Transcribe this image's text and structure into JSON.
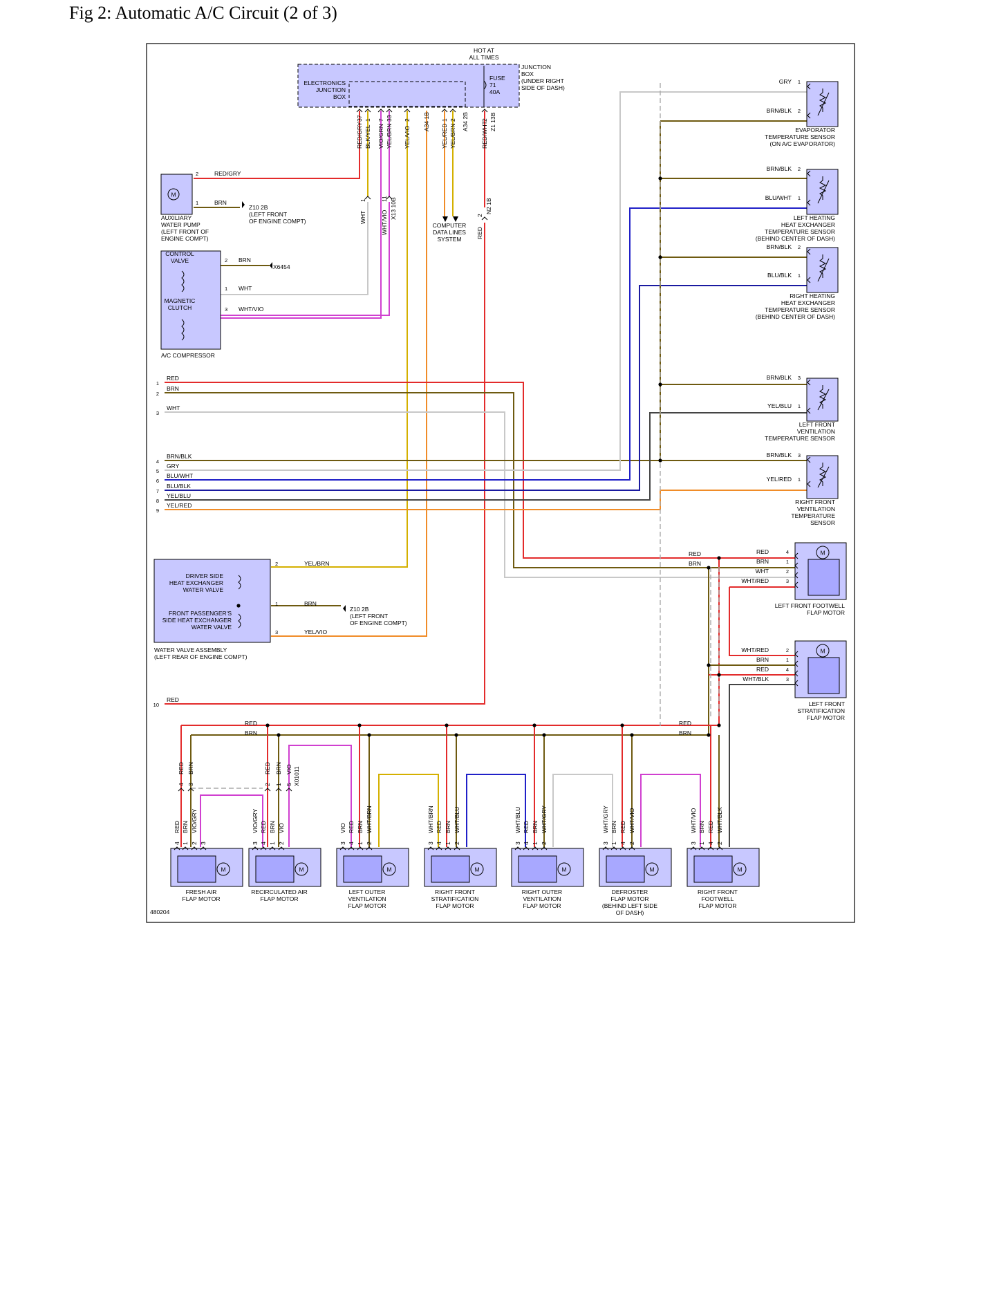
{
  "page": {
    "title": "Fig 2: Automatic A/C Circuit (2 of 3)",
    "figure_id": "480204"
  },
  "colors": {
    "RED": "#e32b2b",
    "BRN": "#6e5a10",
    "GRY": "#c8c8c8",
    "WHT": "#c8c8c8",
    "YEL": "#d4b000",
    "ORG": "#f08c28",
    "BLU": "#2020c8",
    "DBLU": "#1a1aa0",
    "VIO": "#d040d0",
    "BLK": "#000000",
    "DARK": "#444444"
  },
  "components": {
    "junction": {
      "hot": "HOT AT\nALL TIMES",
      "ejb": "ELECTRONICS\nJUNCTION\nBOX",
      "fuse": "FUSE\n71\n40A",
      "jbox": "JUNCTION\nBOX\n(UNDER RIGHT\nSIDE OF DASH)"
    },
    "jb_pins": [
      {
        "n": "37",
        "c": "RED/GRY"
      },
      {
        "n": "1",
        "c": "BLK/YEL"
      },
      {
        "n": "7",
        "c": "VIO/GRN"
      },
      {
        "n": "33",
        "c": "YEL/BRN"
      },
      {
        "n": "2",
        "c": "YEL/VIO"
      },
      {
        "n": "A34 1B",
        "c": ""
      },
      {
        "n": "1",
        "c": "YEL/RED"
      },
      {
        "n": "2",
        "c": "YEL/BRN"
      },
      {
        "n": "A34 2B",
        "c": ""
      },
      {
        "n": "2",
        "c": "RED/WHT"
      },
      {
        "n": "Z1 13B",
        "c": ""
      }
    ],
    "aux_pump": {
      "label": "AUXILIARY\nWATER PUMP\n(LEFT FRONT OF\nENGINE COMPT)",
      "p2": "2",
      "w2": "RED/GRY",
      "p1": "1",
      "w1": "BRN",
      "gnd": "Z10 2B\n(LEFT FRONT\nOF ENGINE COMPT)",
      "motor": "M"
    },
    "mid_conn": {
      "p1": "1",
      "wht": "WHT",
      "p11": "11",
      "whtvio": "WHT/VIO",
      "x13": "X13 10B",
      "p2": "2",
      "red": "RED",
      "n2": "N2 1B"
    },
    "computer": "COMPUTER\nDATA LINES\nSYSTEM",
    "compressor": {
      "label": "A/C COMPRESSOR",
      "cv": "CONTROL\nVALVE",
      "mc": "MAGNETIC\nCLUTCH",
      "p2": "2",
      "w2": "BRN",
      "gnd": "X6454",
      "p1": "1",
      "w1": "WHT",
      "p3": "3",
      "w3": "WHT/VIO"
    },
    "left_conn": [
      {
        "n": "1",
        "c": "RED"
      },
      {
        "n": "2",
        "c": "BRN"
      },
      {
        "n": "3",
        "c": "WHT"
      },
      {
        "n": "4",
        "c": "BRN/BLK"
      },
      {
        "n": "5",
        "c": "GRY"
      },
      {
        "n": "6",
        "c": "BLU/WHT"
      },
      {
        "n": "7",
        "c": "BLU/BLK"
      },
      {
        "n": "8",
        "c": "YEL/BLU"
      },
      {
        "n": "9",
        "c": "YEL/RED"
      },
      {
        "n": "10",
        "c": "RED"
      }
    ],
    "water_valve": {
      "label": "WATER VALVE ASSEMBLY\n(LEFT REAR OF ENGINE COMPT)",
      "dr": "DRIVER SIDE\nHEAT EXCHANGER\nWATER VALVE",
      "fp": "FRONT PASSENGER'S\nSIDE HEAT EXCHANGER\nWATER VALVE",
      "p2": "2",
      "w2": "YEL/BRN",
      "p1": "1",
      "w1": "BRN",
      "gnd": "Z10 2B\n(LEFT FRONT\nOF ENGINE COMPT)",
      "p3": "3",
      "w3": "YEL/VIO"
    },
    "sensors": [
      {
        "label": "EVAPORATOR\nTEMPERATURE SENSOR\n(ON A/C EVAPORATOR)",
        "pa": "1",
        "wa": "GRY",
        "pb": "2",
        "wb": "BRN/BLK"
      },
      {
        "label": "LEFT HEATING\nHEAT EXCHANGER\nTEMPERATURE SENSOR\n(BEHIND CENTER OF DASH)",
        "pa": "2",
        "wa": "BRN/BLK",
        "pb": "1",
        "wb": "BLU/WHT"
      },
      {
        "label": "RIGHT HEATING\nHEAT EXCHANGER\nTEMPERATURE SENSOR\n(BEHIND CENTER OF DASH)",
        "pa": "2",
        "wa": "BRN/BLK",
        "pb": "1",
        "wb": "BLU/BLK"
      },
      {
        "label": "LEFT FRONT\nVENTILATION\nTEMPERATURE SENSOR",
        "pa": "3",
        "wa": "BRN/BLK",
        "pb": "1",
        "wb": "YEL/BLU"
      },
      {
        "label": "RIGHT FRONT\nVENTILATION\nTEMPERATURE\nSENSOR",
        "pa": "3",
        "wa": "BRN/BLK",
        "pb": "1",
        "wb": "YEL/RED"
      }
    ],
    "right_motors": [
      {
        "label": "LEFT FRONT FOOTWELL\nFLAP MOTOR",
        "pins": [
          {
            "n": "4",
            "c": "RED"
          },
          {
            "n": "1",
            "c": "BRN"
          },
          {
            "n": "2",
            "c": "WHT"
          },
          {
            "n": "3",
            "c": "WHT/RED"
          }
        ],
        "left": [
          "RED",
          "BRN"
        ]
      },
      {
        "label": "LEFT FRONT\nSTRATIFICATION\nFLAP MOTOR",
        "pins": [
          {
            "n": "2",
            "c": "WHT/RED"
          },
          {
            "n": "1",
            "c": "BRN"
          },
          {
            "n": "4",
            "c": "RED"
          },
          {
            "n": "3",
            "c": "WHT/BLK"
          }
        ]
      }
    ],
    "bus": {
      "red": "RED",
      "brn": "BRN",
      "red_r": "RED",
      "brn_r": "BRN"
    },
    "upper_conn": [
      {
        "pins": [
          {
            "n": "4",
            "c": "RED"
          },
          {
            "n": "3",
            "c": "BRN"
          }
        ]
      },
      {
        "pins": [
          {
            "n": "2",
            "c": "RED"
          },
          {
            "n": "1",
            "c": "BRN"
          },
          {
            "n": "5",
            "c": "VIO"
          }
        ],
        "tag": "X01011"
      }
    ],
    "bottom_motors": [
      {
        "label": "FRESH AIR\nFLAP MOTOR",
        "pins": [
          {
            "n": "4",
            "c": "RED"
          },
          {
            "n": "1",
            "c": "BRN"
          },
          {
            "n": "2",
            "c": "VIO/GRY"
          },
          {
            "n": "3",
            "c": ""
          }
        ]
      },
      {
        "label": "RECIRCULATED AIR\nFLAP MOTOR",
        "pins": [
          {
            "n": "3",
            "c": "VIO/GRY"
          },
          {
            "n": "4",
            "c": "RED"
          },
          {
            "n": "1",
            "c": "BRN"
          },
          {
            "n": "2",
            "c": "VIO"
          }
        ]
      },
      {
        "label": "LEFT OUTER\nVENTILATION\nFLAP MOTOR",
        "pins": [
          {
            "n": "3",
            "c": "VIO"
          },
          {
            "n": "4",
            "c": "RED"
          },
          {
            "n": "1",
            "c": "BRN"
          },
          {
            "n": "2",
            "c": "WHT/BRN"
          }
        ]
      },
      {
        "label": "RIGHT FRONT\nSTRATIFICATION\nFLAP MOTOR",
        "pins": [
          {
            "n": "3",
            "c": "WHT/BRN"
          },
          {
            "n": "4",
            "c": "RED"
          },
          {
            "n": "1",
            "c": "BRN"
          },
          {
            "n": "2",
            "c": "WHT/BLU"
          }
        ]
      },
      {
        "label": "RIGHT OUTER\nVENTILATION\nFLAP MOTOR",
        "pins": [
          {
            "n": "3",
            "c": "WHT/BLU"
          },
          {
            "n": "4",
            "c": "RED"
          },
          {
            "n": "1",
            "c": "BRN"
          },
          {
            "n": "2",
            "c": "WHT/GRY"
          }
        ]
      },
      {
        "label": "DEFROSTER\nFLAP MOTOR\n(BEHIND LEFT SIDE\nOF DASH)",
        "pins": [
          {
            "n": "3",
            "c": "WHT/GRY"
          },
          {
            "n": "1",
            "c": "BRN"
          },
          {
            "n": "4",
            "c": "RED"
          },
          {
            "n": "2",
            "c": "WHT/VIO"
          }
        ]
      },
      {
        "label": "RIGHT FRONT\nFOOTWELL\nFLAP MOTOR",
        "pins": [
          {
            "n": "3",
            "c": "WHT/VIO"
          },
          {
            "n": "1",
            "c": "BRN"
          },
          {
            "n": "4",
            "c": "RED"
          },
          {
            "n": "2",
            "c": "WHT/BLK"
          }
        ]
      }
    ]
  }
}
